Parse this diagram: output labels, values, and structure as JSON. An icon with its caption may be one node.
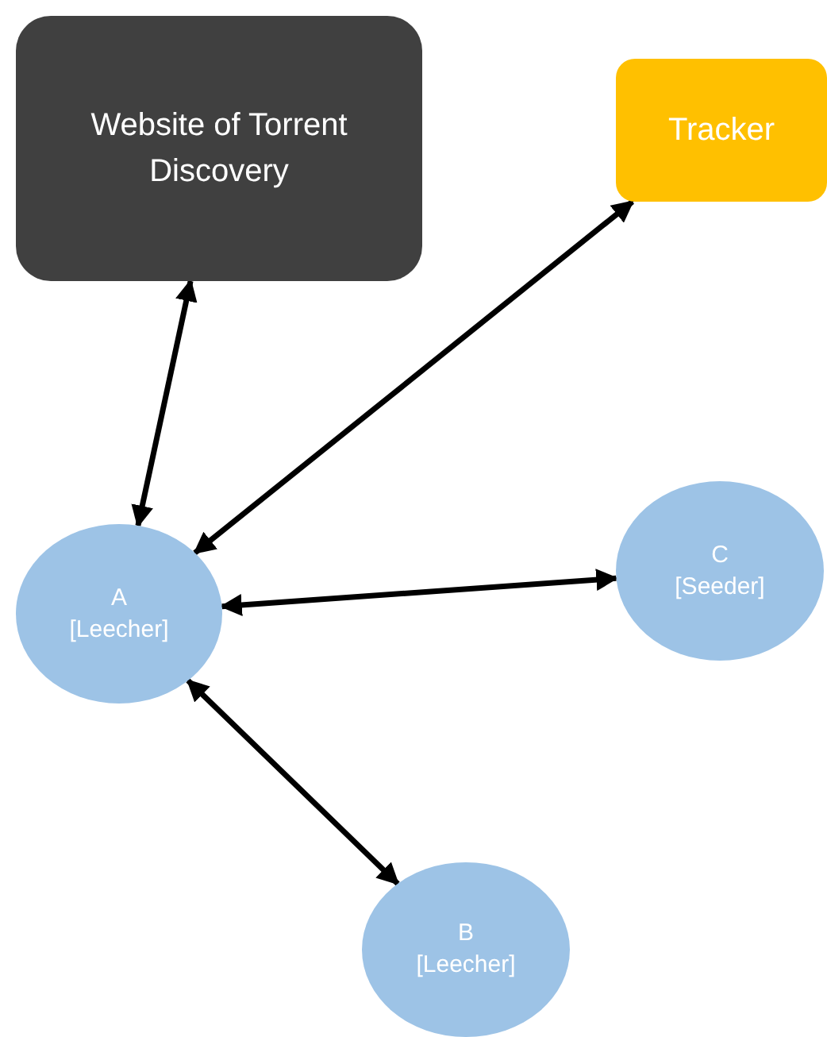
{
  "diagram": {
    "nodes": [
      {
        "text": [
          "Website of Torrent Discovery"
        ]
      },
      {
        "text": [
          "Tracker"
        ]
      },
      {
        "text": [
          "A",
          "[Leecher]"
        ]
      },
      {
        "text": [
          "C",
          "[Seeder]"
        ]
      },
      {
        "text": [
          "B",
          "[Leecher]"
        ]
      }
    ],
    "edges": [
      {
        "from": 2,
        "to": 0,
        "arrow": "both"
      },
      {
        "from": 2,
        "to": 1,
        "arrow": "both"
      },
      {
        "from": 2,
        "to": 3,
        "arrow": "both"
      },
      {
        "from": 2,
        "to": 4,
        "arrow": "both"
      }
    ]
  }
}
